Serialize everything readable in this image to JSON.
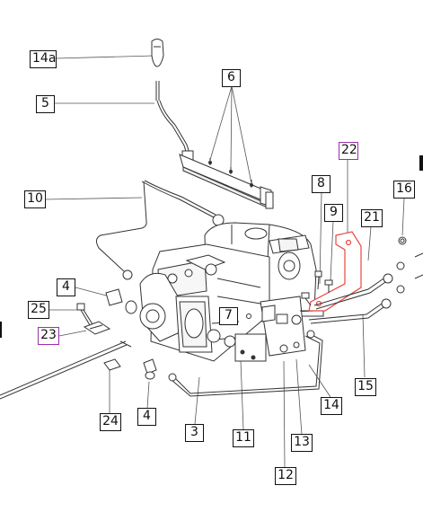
{
  "callouts": [
    {
      "id": "14a",
      "label": "14a",
      "highlight": false
    },
    {
      "id": "5",
      "label": "5",
      "highlight": false
    },
    {
      "id": "6",
      "label": "6",
      "highlight": false
    },
    {
      "id": "22",
      "label": "22",
      "highlight": true
    },
    {
      "id": "10",
      "label": "10",
      "highlight": false
    },
    {
      "id": "8",
      "label": "8",
      "highlight": false
    },
    {
      "id": "9",
      "label": "9",
      "highlight": false
    },
    {
      "id": "21",
      "label": "21",
      "highlight": false
    },
    {
      "id": "16",
      "label": "16",
      "highlight": false
    },
    {
      "id": "4a",
      "label": "4",
      "highlight": false
    },
    {
      "id": "25",
      "label": "25",
      "highlight": false
    },
    {
      "id": "7",
      "label": "7",
      "highlight": false
    },
    {
      "id": "23",
      "label": "23",
      "highlight": true
    },
    {
      "id": "24",
      "label": "24",
      "highlight": false
    },
    {
      "id": "4b",
      "label": "4",
      "highlight": false
    },
    {
      "id": "3",
      "label": "3",
      "highlight": false
    },
    {
      "id": "11",
      "label": "11",
      "highlight": false
    },
    {
      "id": "14",
      "label": "14",
      "highlight": false
    },
    {
      "id": "15",
      "label": "15",
      "highlight": false
    },
    {
      "id": "13",
      "label": "13",
      "highlight": false
    },
    {
      "id": "12",
      "label": "12",
      "highlight": false
    }
  ],
  "colors": {
    "line": "#333333",
    "callout_border": "#111111",
    "highlight_border": "#9b2fae",
    "highlight_part": "#e8453c"
  }
}
